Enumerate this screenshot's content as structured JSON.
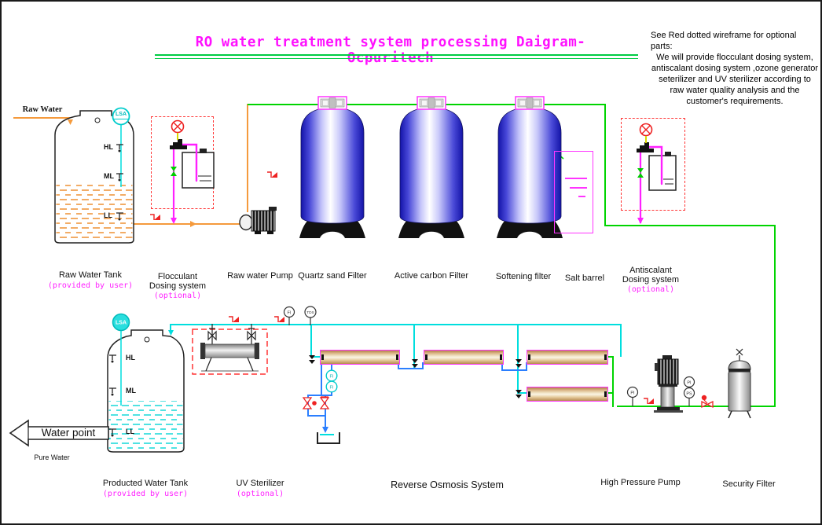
{
  "title": "RO water treatment system processing Daigram-Ocpuritech",
  "note": {
    "header": "See Red dotted wireframe for optional parts:",
    "body": "We will provide flocculant dosing system, antiscalant dosing system ,ozone generator seterilizer and UV sterilizer according to raw water quality analysis and the customer's requirements."
  },
  "labels": {
    "raw_water": "Raw Water",
    "raw_water_tank": "Raw Water Tank",
    "provided_by_user": "(provided by user)",
    "flocculant_line1": "Flocculant",
    "dosing_system": "Dosing system",
    "optional": "(optional)",
    "raw_water_pump": "Raw water Pump",
    "quartz_sand_filter": "Quartz sand Filter",
    "active_carbon_filter": "Active carbon Filter",
    "softening_filter": "Softening filter",
    "salt_barrel": "Salt barrel",
    "antiscalant_line1": "Antiscalant",
    "producted_water_tank": "Producted Water Tank",
    "uv_sterilizer": "UV Sterilizer",
    "reverse_osmosis_system": "Reverse Osmosis System",
    "high_pressure_pump": "High Pressure Pump",
    "security_filter": "Security Filter",
    "water_point": "Water point",
    "pure_water": "Pure Water"
  },
  "tanks": {
    "gauge": "LSA",
    "levels": {
      "high": "HL",
      "mid": "ML",
      "low": "LL"
    }
  },
  "instruments": {
    "flow": "FI",
    "tds": "TDS",
    "pressure": "PI",
    "pressure_switch": "PS"
  },
  "colors": {
    "title_text": "#ff10ff",
    "optional_text": "#ff22ff",
    "wireframe_red": "#ff3535",
    "pipe_raw_orange": "#f59a3c",
    "pipe_pretreat_green": "#00d400",
    "pipe_product_cyan": "#00dede",
    "pipe_stage_blue": "#2b7fff",
    "pipe_dosing_magenta": "#ff20ff",
    "filter_blue": "#1414a8",
    "membrane_tan": "#d8b080"
  }
}
